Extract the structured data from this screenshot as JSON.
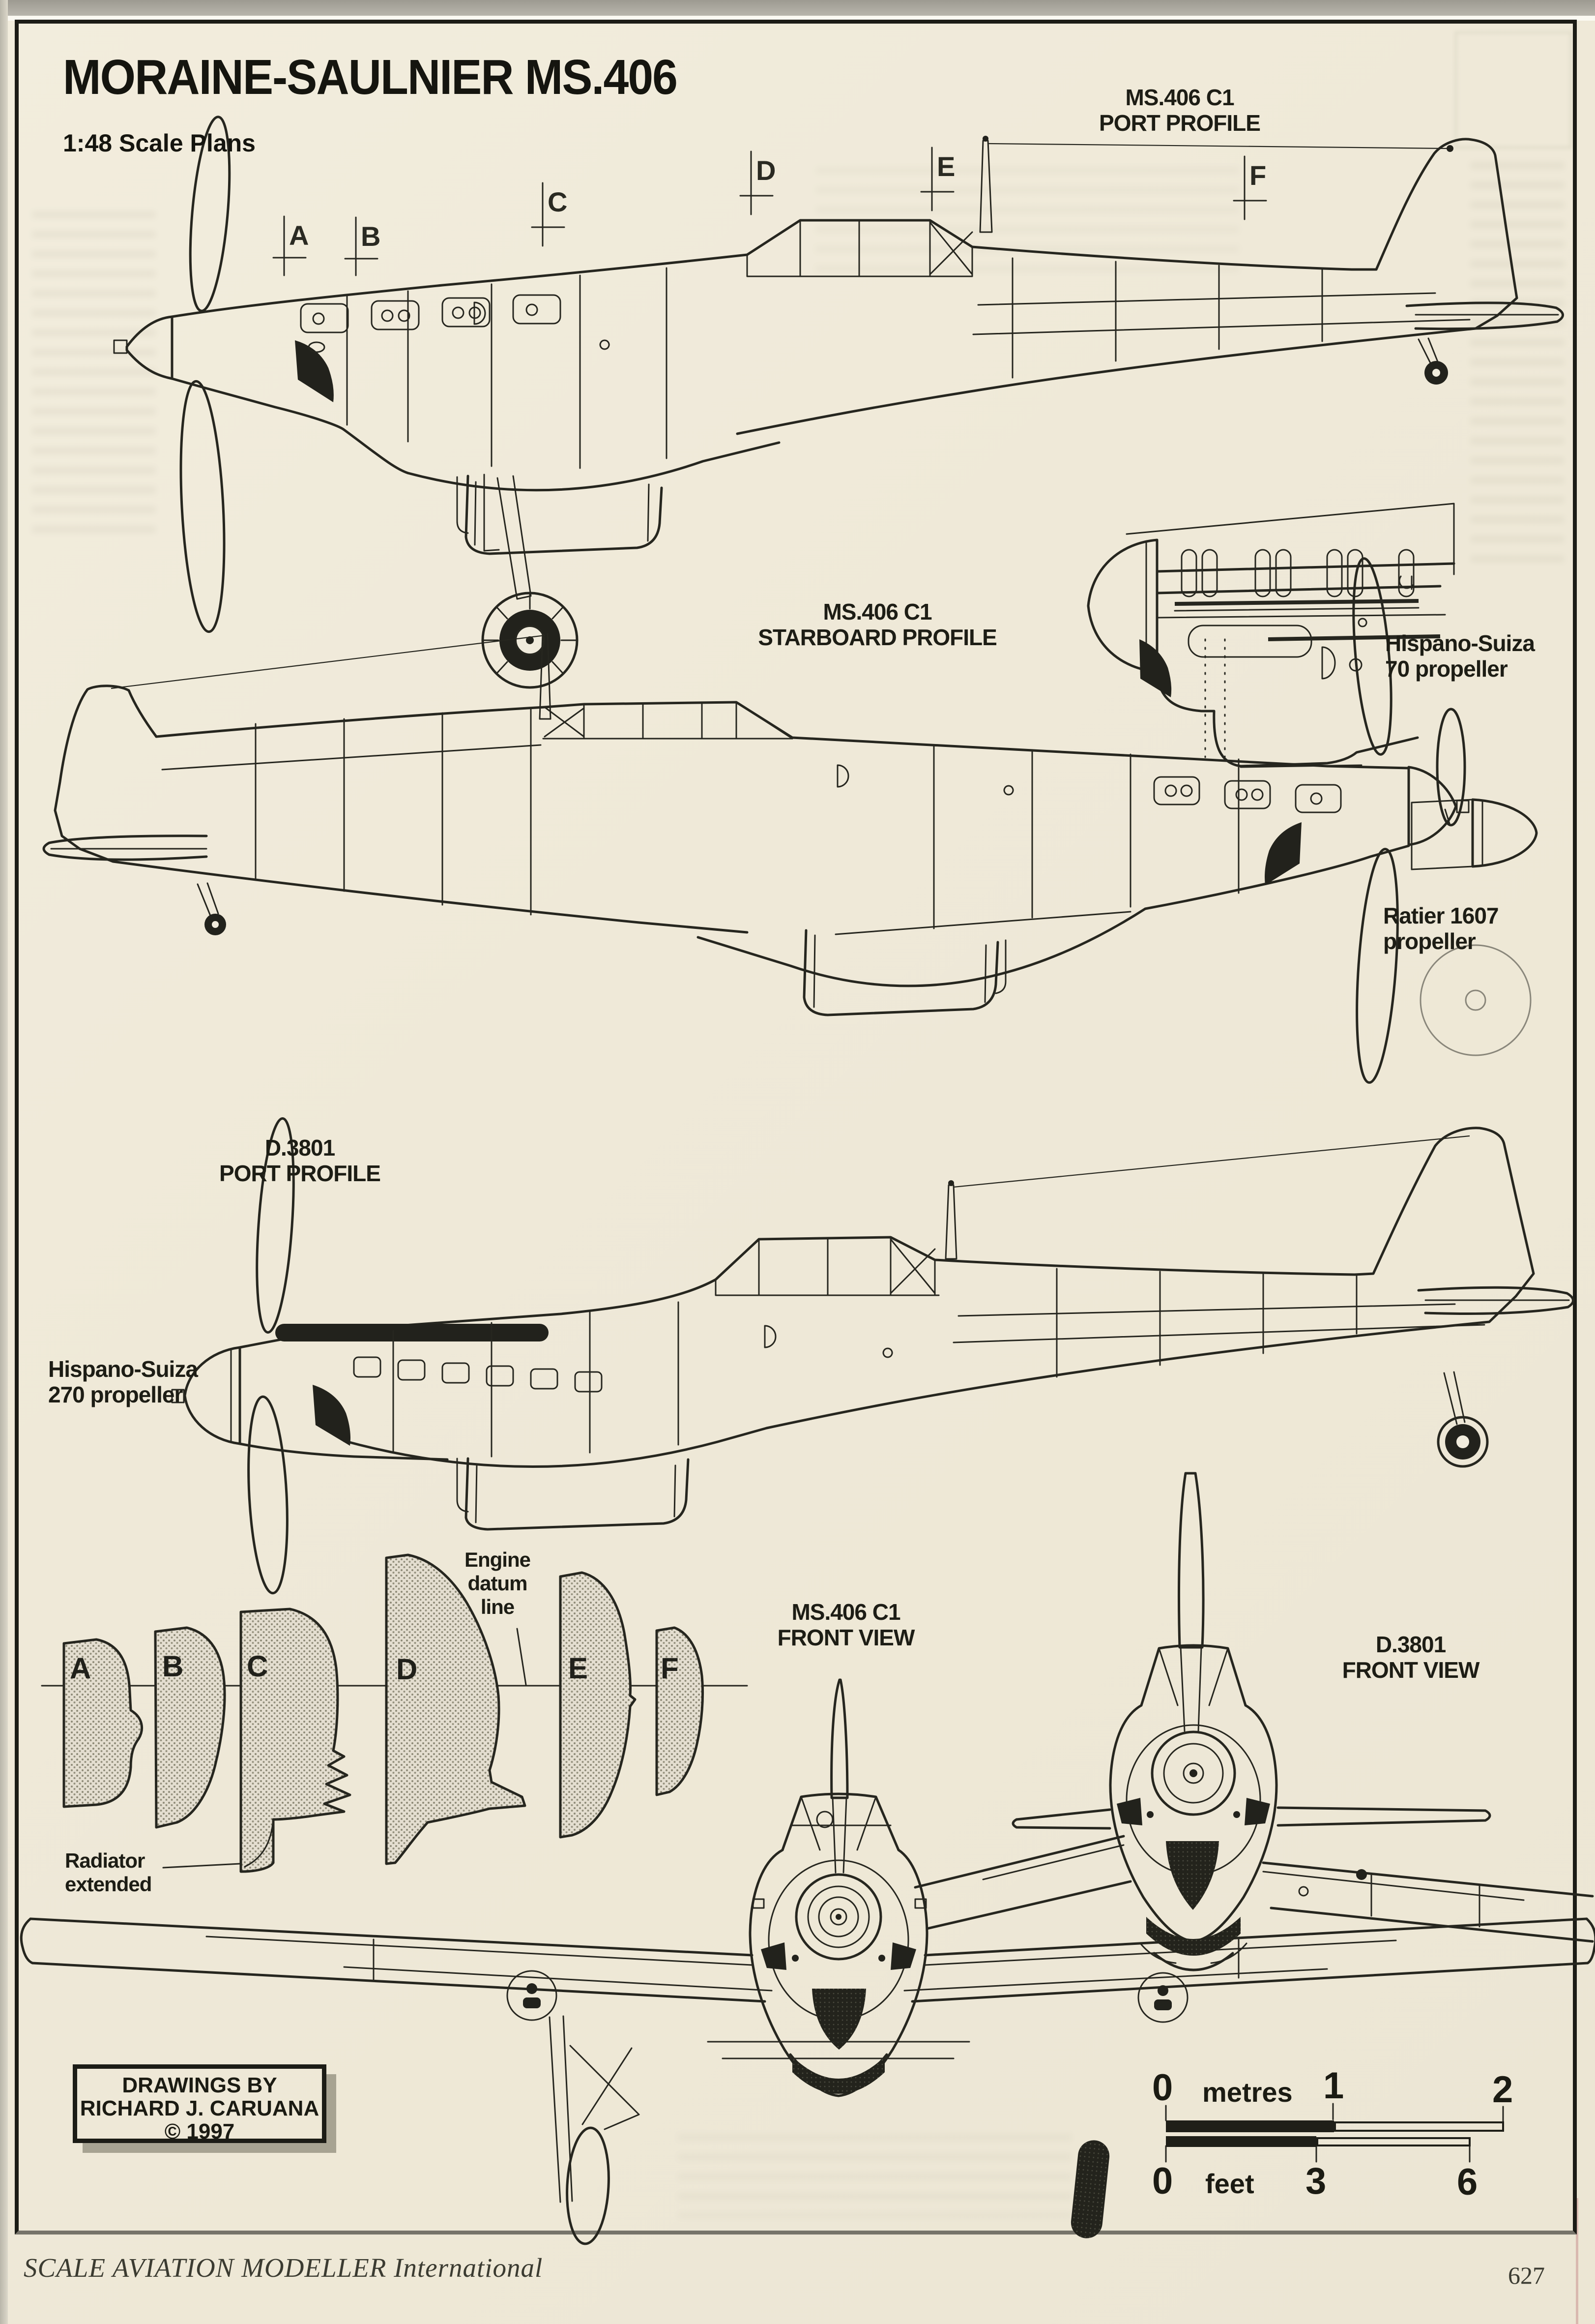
{
  "page": {
    "title": "MORAINE-SAULNIER MS.406",
    "subtitle": "1:48 Scale Plans",
    "footer": "SCALE AVIATION MODELLER International",
    "page_number": "627"
  },
  "credit": {
    "line1": "DRAWINGS BY",
    "line2": "RICHARD J. CARUANA",
    "line3": "© 1997"
  },
  "labels": {
    "ms406_port": {
      "line1": "MS.406 C1",
      "line2": "PORT PROFILE"
    },
    "ms406_starboard": {
      "line1": "MS.406 C1",
      "line2": "STARBOARD PROFILE"
    },
    "d3801_port": {
      "line1": "D.3801",
      "line2": "PORT PROFILE"
    },
    "ms406_front": {
      "line1": "MS.406 C1",
      "line2": "FRONT VIEW"
    },
    "d3801_front": {
      "line1": "D.3801",
      "line2": "FRONT VIEW"
    },
    "prop_hs70": {
      "line1": "Hispano-Suiza",
      "line2": "70 propeller"
    },
    "prop_ratier": {
      "line1": "Ratier 1607",
      "line2": "propeller"
    },
    "prop_hs270": {
      "line1": "Hispano-Suiza",
      "line2": "270 propeller"
    },
    "engine_datum": "Engine\ndatum\nline",
    "radiator_extended": "Radiator\nextended"
  },
  "section_markers": [
    "A",
    "B",
    "C",
    "D",
    "E",
    "F"
  ],
  "cross_sections": [
    "A",
    "B",
    "C",
    "D",
    "E",
    "F"
  ],
  "scale_bar": {
    "metres": {
      "label": "metres",
      "t0": "0",
      "t1": "1",
      "t2": "2"
    },
    "feet": {
      "label": "feet",
      "t0": "0",
      "t1": "3",
      "t2": "6"
    }
  },
  "colors": {
    "paper": "#f0ebdc",
    "ink": "#26261f"
  }
}
